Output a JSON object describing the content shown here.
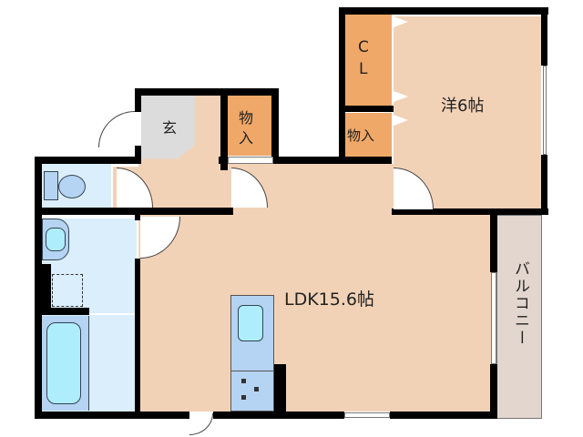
{
  "floor_plan": {
    "rooms": [
      {
        "id": "ldk",
        "label": "LDK15.6帖"
      },
      {
        "id": "western",
        "label": "洋6帖"
      },
      {
        "id": "closet",
        "label_line1": "C",
        "label_line2": "L"
      },
      {
        "id": "storage_right",
        "label": "物入"
      },
      {
        "id": "storage_center",
        "label_line1": "物",
        "label_line2": "入"
      },
      {
        "id": "entrance",
        "label": "玄"
      },
      {
        "id": "balcony",
        "label": "バルコニー"
      },
      {
        "id": "toilet",
        "label": ""
      },
      {
        "id": "washroom",
        "label": ""
      },
      {
        "id": "bathroom",
        "label": ""
      }
    ],
    "colors": {
      "floor": "#f2d2b6",
      "storage": "#f0a868",
      "wet_area": "#dbeefc",
      "entrance": "#dcdcdc",
      "balcony": "#e2d6ce",
      "wall": "#000000"
    }
  }
}
